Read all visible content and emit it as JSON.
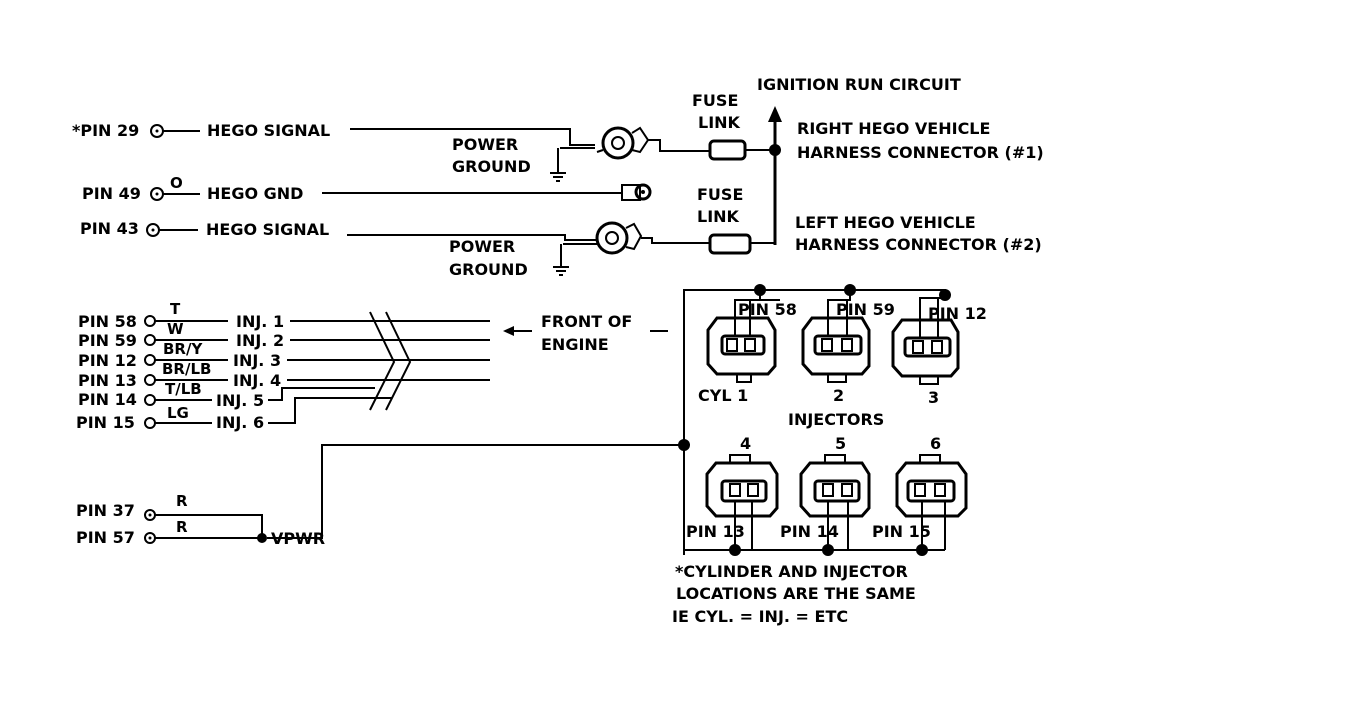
{
  "labels": {
    "ignition_run_circuit": "IGNITION RUN CIRCUIT",
    "fuse_link_1_a": "FUSE",
    "fuse_link_1_b": "LINK",
    "fuse_link_2_a": "FUSE",
    "fuse_link_2_b": "LINK",
    "right_hego_a": "RIGHT HEGO VEHICLE",
    "right_hego_b": "HARNESS CONNECTOR (#1)",
    "left_hego_a": "LEFT HEGO VEHICLE",
    "left_hego_b": "HARNESS CONNECTOR (#2)",
    "power_ground_1_a": "POWER",
    "power_ground_1_b": "GROUND",
    "power_ground_2_a": "POWER",
    "power_ground_2_b": "GROUND",
    "front_of_engine_a": "FRONT OF",
    "front_of_engine_b": "ENGINE",
    "injectors": "INJECTORS",
    "vpwr": "VPWR",
    "note_a": "*CYLINDER AND INJECTOR",
    "note_b": "LOCATIONS ARE THE SAME",
    "note_c": "IE CYL. = INJ. = ETC"
  },
  "hego_pins": [
    {
      "pin": "*PIN 29",
      "signal": "HEGO SIGNAL",
      "wire_color": ""
    },
    {
      "pin": "PIN 49",
      "signal": "HEGO GND",
      "wire_color": "O"
    },
    {
      "pin": "PIN 43",
      "signal": "HEGO SIGNAL",
      "wire_color": ""
    }
  ],
  "injector_pins": [
    {
      "pin": "PIN 58",
      "color": "T",
      "inj": "INJ. 1"
    },
    {
      "pin": "PIN 59",
      "color": "W",
      "inj": "INJ. 2"
    },
    {
      "pin": "PIN 12",
      "color": "BR/Y",
      "inj": "INJ. 3"
    },
    {
      "pin": "PIN 13",
      "color": "BR/LB",
      "inj": "INJ. 4"
    },
    {
      "pin": "PIN 14",
      "color": "T/LB",
      "inj": "INJ. 5"
    },
    {
      "pin": "PIN 15",
      "color": "LG",
      "inj": "INJ. 6"
    }
  ],
  "vpwr_pins": [
    {
      "pin": "PIN 37",
      "color": "R"
    },
    {
      "pin": "PIN 57",
      "color": "R"
    }
  ],
  "injector_connectors_top": [
    {
      "pin": "PIN 58",
      "cyl": "CYL 1"
    },
    {
      "pin": "PIN 59",
      "cyl": "2"
    },
    {
      "pin": "PIN 12",
      "cyl": "3"
    }
  ],
  "injector_connectors_bottom": [
    {
      "pin": "PIN 13",
      "cyl": "4"
    },
    {
      "pin": "PIN 14",
      "cyl": "5"
    },
    {
      "pin": "PIN 15",
      "cyl": "6"
    }
  ]
}
